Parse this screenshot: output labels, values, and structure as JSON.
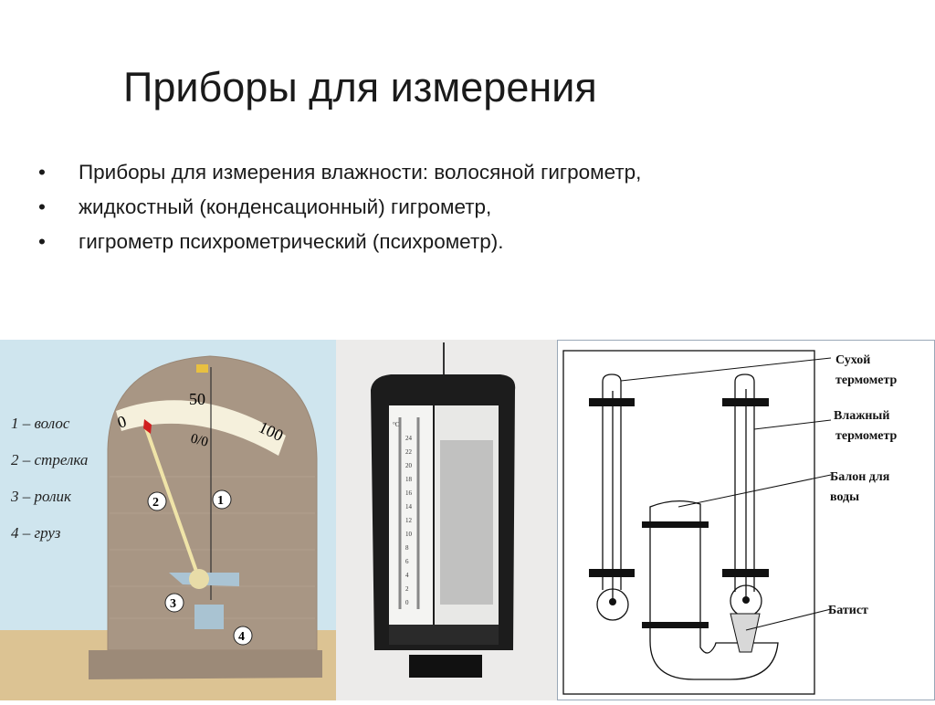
{
  "slide": {
    "title": "Приборы для измерения",
    "bullets": [
      "Приборы для измерения влажности: волосяной гигрометр,",
      "жидкостный (конденсационный) гигрометр,",
      "гигрометр психрометрический (психрометр)."
    ]
  },
  "hair_hygrometer": {
    "legend": [
      "1 – волос",
      "2 – стрелка",
      "3 – ролик",
      "4 – груз"
    ],
    "scale": {
      "min": "0",
      "mid": "50",
      "max": "100",
      "unit": "0/0"
    },
    "markers": [
      "1",
      "2",
      "3",
      "4"
    ]
  },
  "psychrometer_photo": {
    "scale_ticks": [
      "24",
      "22",
      "20",
      "18",
      "16",
      "14",
      "12",
      "10",
      "8",
      "6",
      "4",
      "2",
      "0"
    ],
    "unit": "°C"
  },
  "psychrometer_diagram": {
    "labels": {
      "dry_1": "Сухой",
      "dry_2": "термометр",
      "wet_1": "Влажный",
      "wet_2": "термометр",
      "balloon_1": "Балон для",
      "balloon_2": "воды",
      "cloth": "Батист"
    }
  }
}
